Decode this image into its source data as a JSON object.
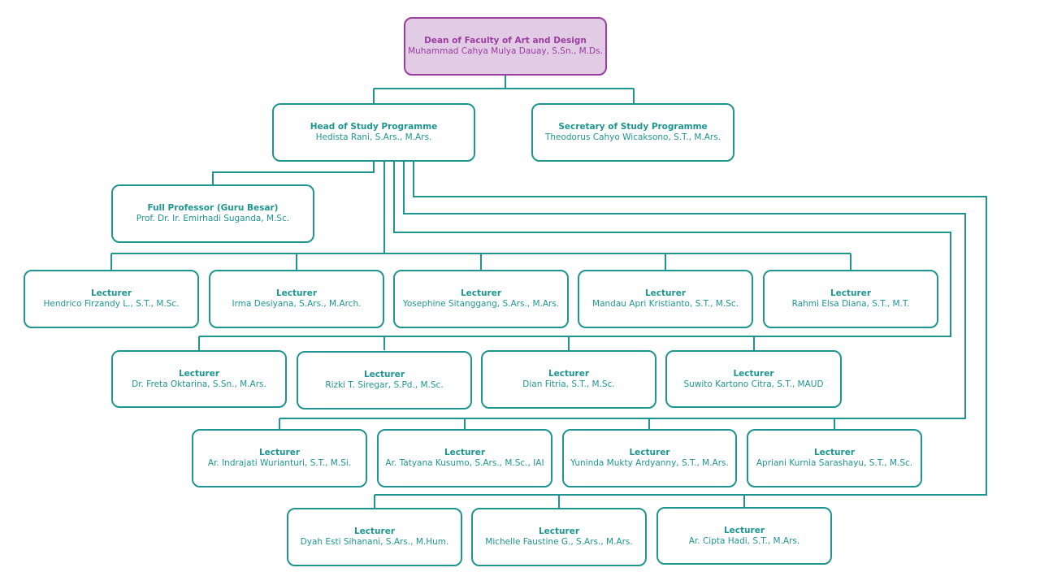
{
  "colors": {
    "teal": "#1f9590",
    "dean_border": "#9a3e9f",
    "dean_fill": "#e2cbe4"
  },
  "dean": {
    "title": "Dean of Faculty of Art and Design",
    "name": "Muhammad Cahya Mulya Dauay, S.Sn., M.Ds."
  },
  "head": {
    "title": "Head of Study Programme",
    "name": "Hedista Rani, S.Ars., M.Ars."
  },
  "secretary": {
    "title": "Secretary of Study Programme",
    "name": "Theodorus Cahyo Wicaksono, S.T., M.Ars."
  },
  "professor": {
    "title": "Full Professor (Guru Besar)",
    "name": "Prof. Dr. Ir. Emirhadi Suganda, M.Sc."
  },
  "lecturer_title": "Lecturer",
  "lecturers": {
    "row1": [
      "Hendrico Firzandy L., S.T., M.Sc.",
      "Irma Desiyana, S.Ars., M.Arch.",
      "Yosephine Sitanggang, S.Ars., M.Ars.",
      "Mandau Apri Kristianto, S.T., M.Sc.",
      "Rahmi Elsa Diana, S.T., M.T."
    ],
    "row2": [
      "Dr. Freta Oktarina, S.Sn., M.Ars.",
      "Rizki T. Siregar, S.Pd., M.Sc.",
      "Dian Fitria, S.T., M.Sc.",
      "Suwito Kartono Citra, S.T., MAUD"
    ],
    "row3": [
      "Ar. Indrajati Wurianturi, S.T., M.Si.",
      "Ar. Tatyana Kusumo, S.Ars., M.Sc., IAI",
      "Yuninda Mukty Ardyanny, S.T., M.Ars.",
      "Apriani Kurnia Sarashayu, S.T., M.Sc."
    ],
    "row4": [
      "Dyah Esti Sihanani, S.Ars., M.Hum.",
      "Michelle Faustine G., S.Ars., M.Ars.",
      "Ar. Cipta Hadi, S.T., M.Ars."
    ]
  }
}
